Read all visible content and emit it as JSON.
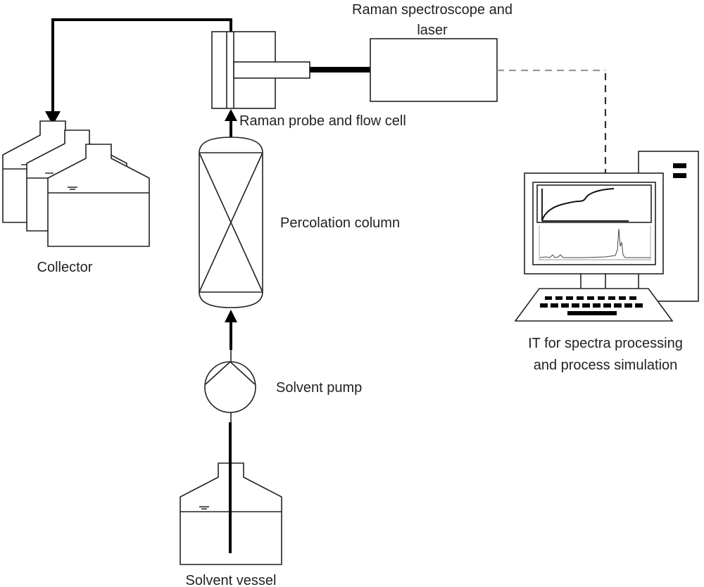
{
  "diagram": {
    "title": "Percolation process with Raman monitoring",
    "labels": {
      "spectroscope": "Raman spectroscope and",
      "spectroscope_line2": "laser",
      "probe": "Raman probe and flow cell",
      "column": "Percolation column",
      "collector": "Collector",
      "pump": "Solvent pump",
      "vessel": "Solvent vessel",
      "computer": "IT for spectra processing",
      "computer_line2": "and process simulation"
    },
    "components": [
      {
        "id": "solvent-vessel",
        "type": "vessel"
      },
      {
        "id": "solvent-pump",
        "type": "pump"
      },
      {
        "id": "percolation-column",
        "type": "packed-column"
      },
      {
        "id": "raman-probe-flow-cell",
        "type": "flow-cell"
      },
      {
        "id": "raman-spectroscope-laser",
        "type": "instrument"
      },
      {
        "id": "collector",
        "type": "vessel-stack",
        "count": 3
      },
      {
        "id": "computer",
        "type": "workstation"
      }
    ],
    "connections": [
      {
        "from": "solvent-vessel",
        "to": "solvent-pump",
        "style": "pipe"
      },
      {
        "from": "solvent-pump",
        "to": "percolation-column",
        "style": "pipe",
        "arrow": true
      },
      {
        "from": "percolation-column",
        "to": "raman-probe-flow-cell",
        "style": "pipe",
        "arrow": true
      },
      {
        "from": "raman-probe-flow-cell",
        "to": "collector",
        "style": "pipe",
        "arrow": true
      },
      {
        "from": "raman-probe-flow-cell",
        "to": "raman-spectroscope-laser",
        "style": "fiber"
      },
      {
        "from": "raman-spectroscope-laser",
        "to": "computer",
        "style": "dashed-signal"
      }
    ]
  }
}
